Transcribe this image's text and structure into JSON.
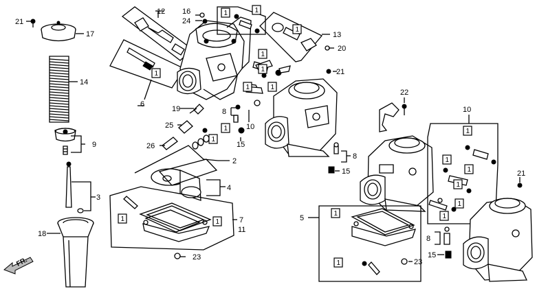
{
  "callouts": {
    "c21a": "21",
    "c17": "17",
    "c14": "14",
    "c9": "9",
    "c3": "3",
    "c18": "18",
    "c12": "12",
    "c16": "16",
    "c24": "24",
    "c6": "6",
    "c19": "19",
    "c25": "25",
    "c26": "26",
    "c8a": "8",
    "c10a": "10",
    "c15a": "15",
    "c2": "2",
    "c4": "4",
    "c7": "7",
    "c11": "11",
    "c23a": "23",
    "c13": "13",
    "c20": "20",
    "c21b": "21",
    "c8b": "8",
    "c15b": "15",
    "c22": "22",
    "c10b": "10",
    "c21c": "21",
    "c5": "5",
    "c23b": "23",
    "c8c": "8",
    "c15c": "15"
  },
  "boxed_ref": "1",
  "direction_label": "FR."
}
